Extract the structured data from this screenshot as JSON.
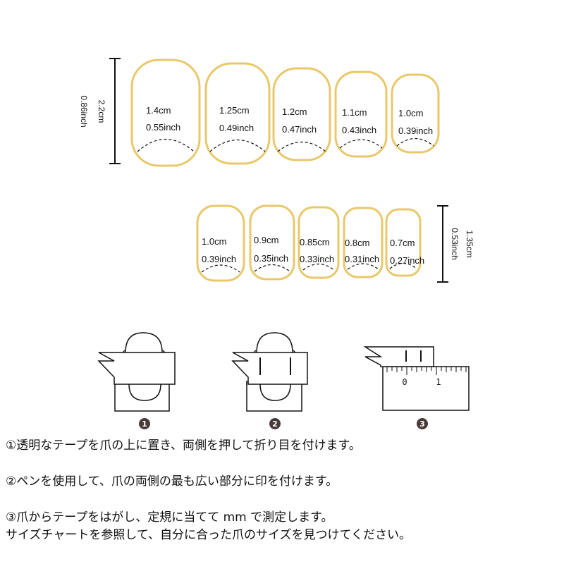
{
  "colors": {
    "nail_outline": "#e9c86a",
    "ink": "#111111",
    "step_badge": "#4a3b3b"
  },
  "sizes": {
    "top_row": {
      "length_cm": "2.2cm",
      "length_inch": "0.86inch",
      "nails": [
        {
          "cm": "1.4cm",
          "inch": "0.55inch"
        },
        {
          "cm": "1.25cm",
          "inch": "0.49inch"
        },
        {
          "cm": "1.2cm",
          "inch": "0.47inch"
        },
        {
          "cm": "1.1cm",
          "inch": "0.43inch"
        },
        {
          "cm": "1.0cm",
          "inch": "0.39inch"
        }
      ]
    },
    "bottom_row": {
      "length_cm": "1.35cm",
      "length_inch": "0.53inch",
      "nails": [
        {
          "cm": "1.0cm",
          "inch": "0.39inch"
        },
        {
          "cm": "0.9cm",
          "inch": "0.35inch"
        },
        {
          "cm": "0.85cm",
          "inch": "0.33inch"
        },
        {
          "cm": "0.8cm",
          "inch": "0.31inch"
        },
        {
          "cm": "0.7cm",
          "inch": "0.27inch"
        }
      ]
    }
  },
  "steps": {
    "numbers": [
      "1",
      "2",
      "3"
    ],
    "ruler_ticks": [
      "0",
      "1"
    ]
  },
  "instructions": {
    "line1": "①透明なテープを爪の上に置き、両側を押して折り目を付けます。",
    "line2": "②ペンを使用して、爪の両側の最も広い部分に印を付けます。",
    "line3": "③爪からテープをはがし、定規に当てて mm で測定します。",
    "line4": "サイズチャートを参照して、自分に合った爪のサイズを見つけてください。"
  }
}
